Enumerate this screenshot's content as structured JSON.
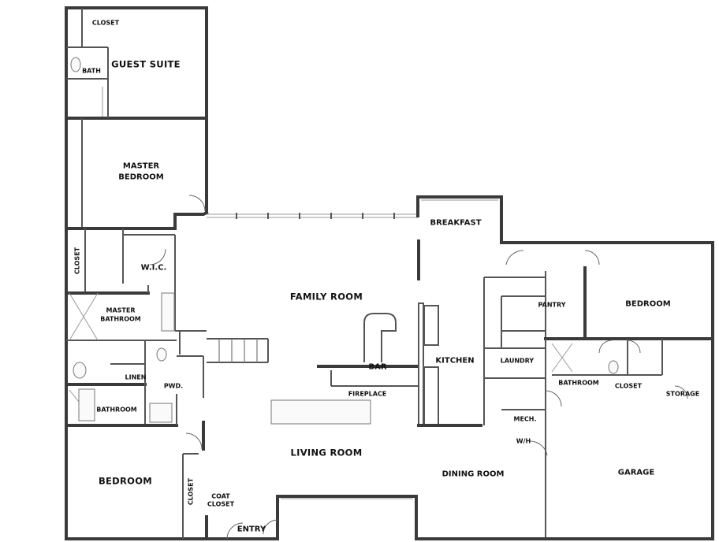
{
  "rooms": {
    "closet_top": "CLOSET",
    "guest_suite": "GUEST SUITE",
    "bath": "BATH",
    "master_bedroom_l1": "MASTER",
    "master_bedroom_l2": "BEDROOM",
    "closet_left": "CLOSET",
    "wic": "W.I.C.",
    "master_bathroom_l1": "MASTER",
    "master_bathroom_l2": "BATHROOM",
    "linen": "LINEN",
    "pwd": "PWD.",
    "bathroom_left": "BATHROOM",
    "bedroom_left": "BEDROOM",
    "closet_coat_v": "CLOSET",
    "coat_closet_l1": "COAT",
    "coat_closet_l2": "CLOSET",
    "entry": "ENTRY",
    "family_room": "FAMILY ROOM",
    "breakfast": "BREAKFAST",
    "living_room": "LIVING ROOM",
    "bar": "BAR",
    "fireplace": "FIREPLACE",
    "kitchen": "KITCHEN",
    "dining_room": "DINING ROOM",
    "pantry": "PANTRY",
    "laundry": "LAUNDRY",
    "mech": "MECH.",
    "wh": "W/H",
    "bedroom_right": "BEDROOM",
    "bathroom_right": "BATHROOM",
    "closet_right": "CLOSET",
    "storage": "STORAGE",
    "garage": "GARAGE"
  }
}
